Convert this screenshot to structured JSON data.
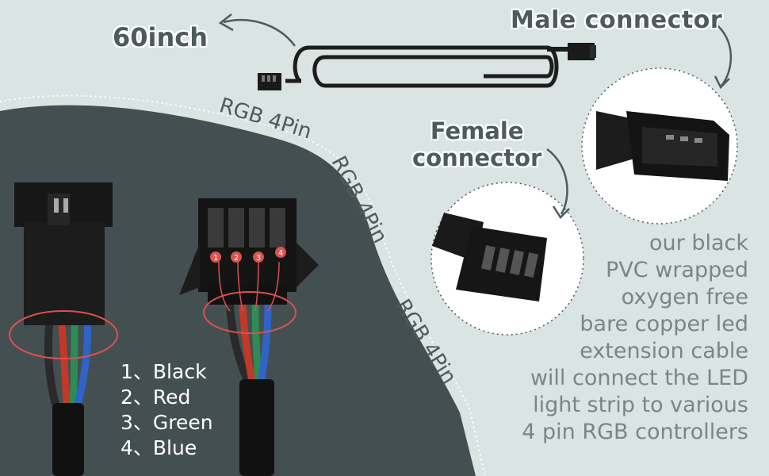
{
  "header": {
    "length_label": "60inch",
    "male_label": "Male connector",
    "female_label_line1": "Female",
    "female_label_line2": "connector"
  },
  "pin_labels": [
    "RGB 4Pin",
    "RGB 4Pin",
    "RGB 4Pin"
  ],
  "description": [
    "our black",
    "PVC wrapped",
    "oxygen free",
    "bare copper led",
    "extension cable",
    "will connect the LED",
    "light strip to various",
    "4 pin RGB controllers"
  ],
  "wire_legend": [
    "1、Black",
    "2、Red",
    "3、Green",
    "4、Blue"
  ],
  "pin_numbers": [
    "1",
    "2",
    "3",
    "4"
  ],
  "colors": {
    "background": "#d9e4e3",
    "dark_panel": "#444f51",
    "wire_black": "#2a2a2a",
    "wire_red": "#c0392b",
    "wire_green": "#2e8b57",
    "wire_blue": "#2f63c8",
    "callout_red": "#d9534f"
  }
}
